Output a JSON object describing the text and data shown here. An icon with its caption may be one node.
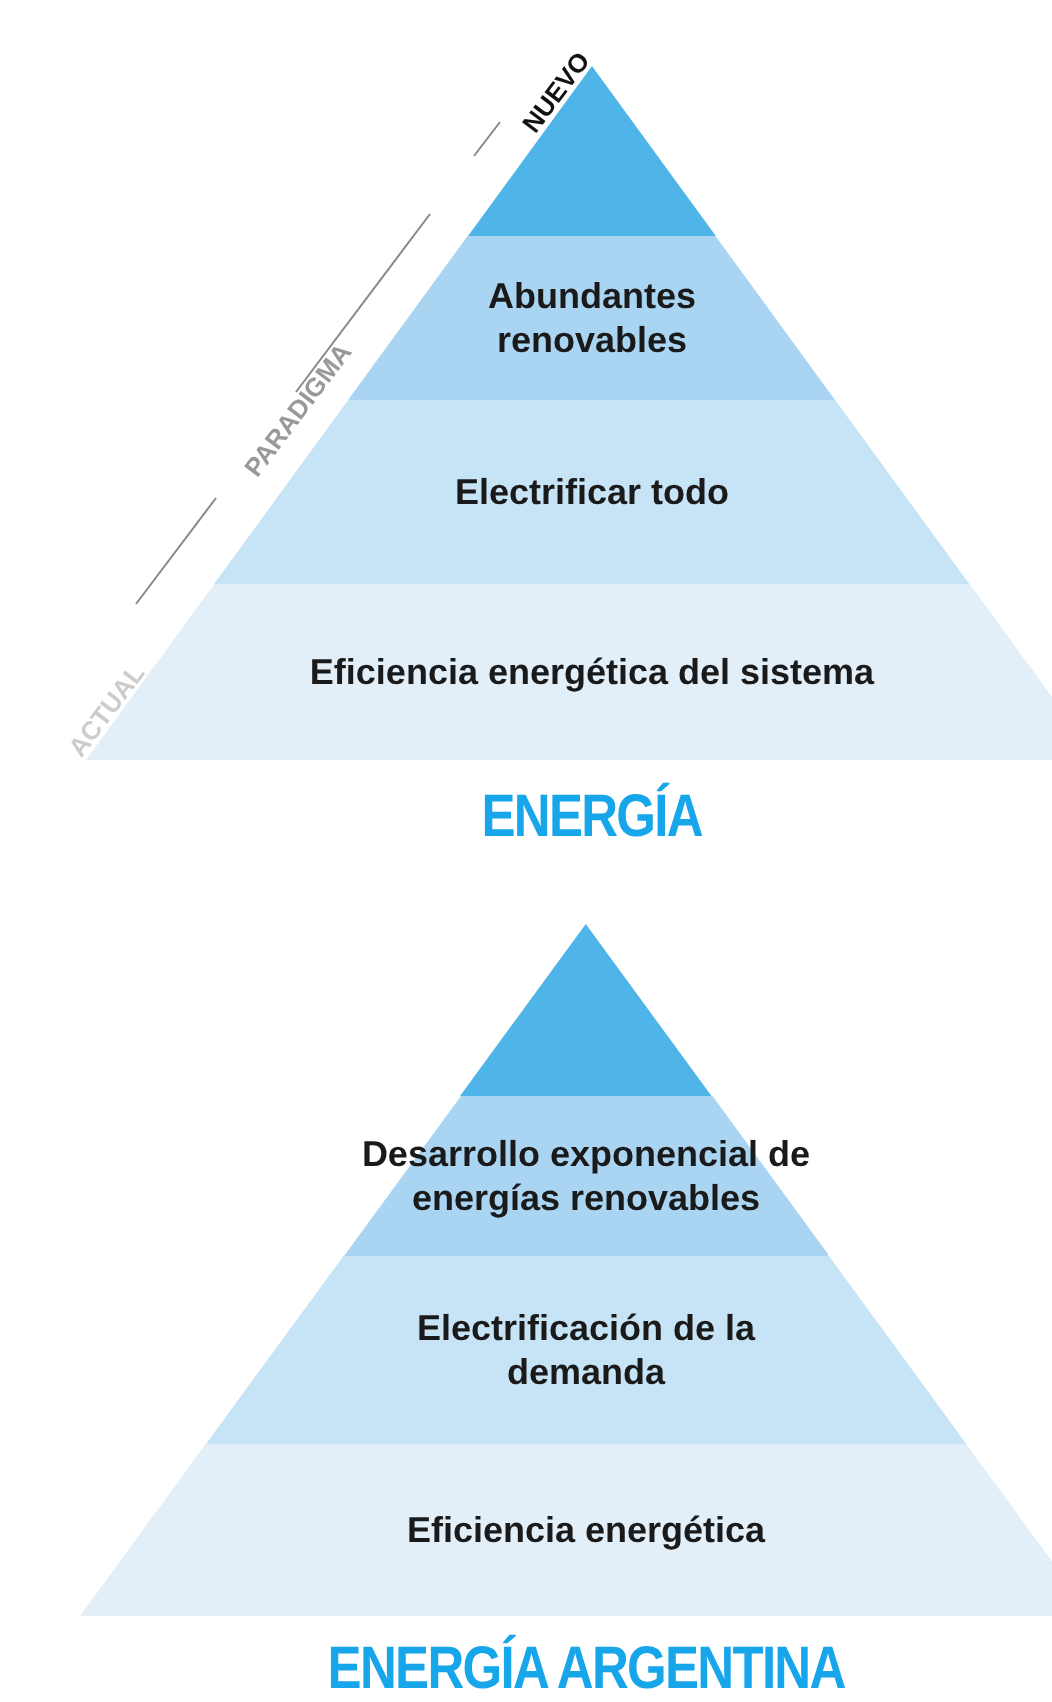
{
  "diagram": {
    "nodes": [
      {
        "text": [],
        "shape": "triangle"
      },
      {
        "text": [
          "Abundantes renovables"
        ]
      },
      {
        "text": [
          "Electrificar todo"
        ]
      },
      {
        "text": [
          "Eficiencia energética del sistema"
        ]
      },
      {
        "text": [],
        "shape": "triangle"
      },
      {
        "text": [
          "Desarrollo exponencial de energías renovables"
        ]
      },
      {
        "text": [
          "Electrificación de la demanda"
        ]
      },
      {
        "text": [
          "Eficiencia energética"
        ]
      }
    ],
    "labels": [
      "NUEVO",
      "PARADIGMA",
      "ACTUAL",
      "ENERGÍA",
      "ENERGÍA ARGENTINA"
    ]
  }
}
